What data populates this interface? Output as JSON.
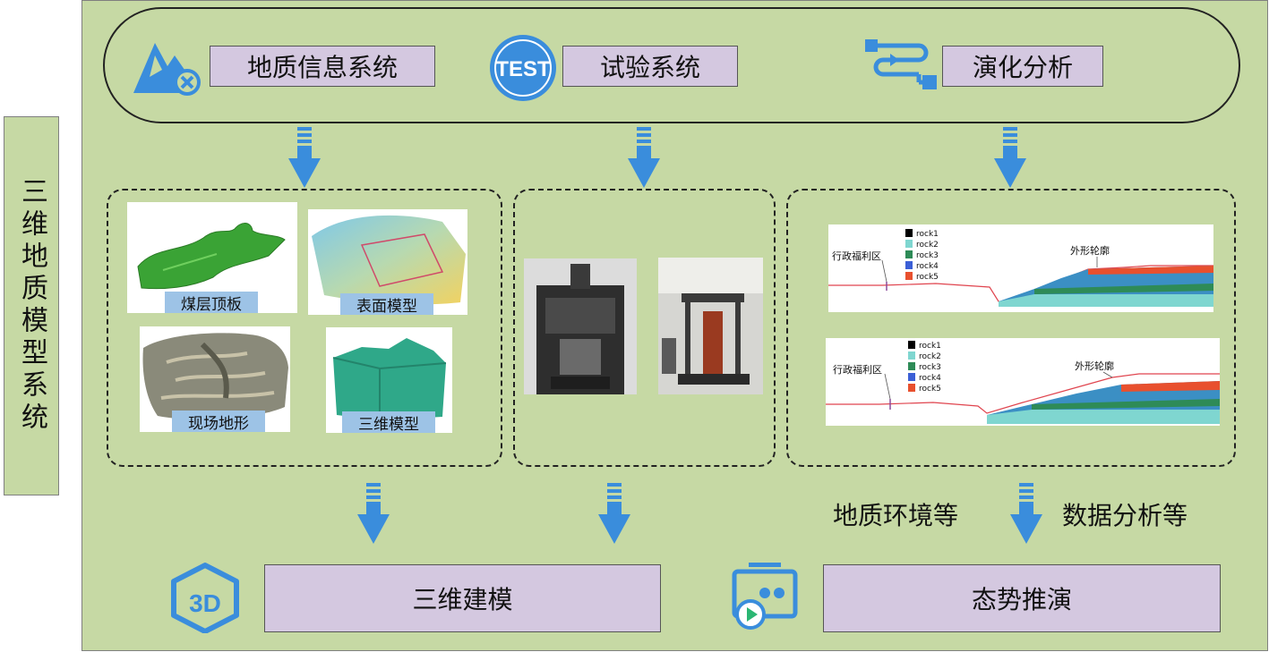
{
  "side_title": "三维地质模型系统",
  "top_systems": [
    {
      "label": "地质信息系统",
      "icon": "mountain-map-icon"
    },
    {
      "label": "试验系统",
      "icon": "test-badge-icon",
      "icon_text": "TEST"
    },
    {
      "label": "演化分析",
      "icon": "flow-process-icon"
    }
  ],
  "geo_images": [
    {
      "caption": "煤层顶板"
    },
    {
      "caption": "表面模型"
    },
    {
      "caption": "现场地形"
    },
    {
      "caption": "三维模型"
    }
  ],
  "evolution_plots": [
    {
      "legend": [
        "rock1",
        "rock2",
        "rock3",
        "rock4",
        "rock5"
      ],
      "left_label": "行政福利区",
      "right_label": "外形轮廓"
    },
    {
      "legend": [
        "rock1",
        "rock2",
        "rock3",
        "rock4",
        "rock5"
      ],
      "left_label": "行政福利区",
      "right_label": "外形轮廓"
    }
  ],
  "legend_colors": [
    "#000000",
    "#7fd6d0",
    "#2e8b57",
    "#3b5fd6",
    "#e8502e"
  ],
  "side_notes": {
    "left": "地质环境等",
    "right": "数据分析等"
  },
  "bottom": [
    {
      "label": "三维建模",
      "icon": "3d-cube-icon",
      "icon_text": "3D"
    },
    {
      "label": "态势推演",
      "icon": "video-screen-icon"
    }
  ],
  "colors": {
    "panel": "#c6d9a4",
    "label_box": "#d4c8e0",
    "arrow": "#3a8ddc",
    "icon": "#3a8ddc"
  }
}
